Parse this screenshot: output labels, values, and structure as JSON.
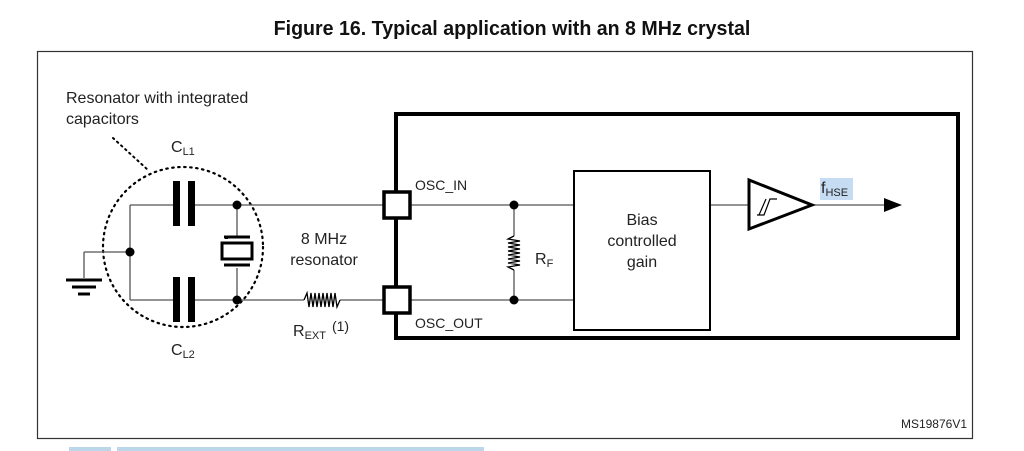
{
  "figure": {
    "title": "Figure 16. Typical application with an 8 MHz crystal",
    "id": "MS19876V1"
  },
  "labels": {
    "resonator_note_line1": "Resonator with integrated",
    "resonator_note_line2": "capacitors",
    "cl1_main": "C",
    "cl1_sub": "L1",
    "cl2_main": "C",
    "cl2_sub": "L2",
    "resonator_line1": "8 MHz",
    "resonator_line2": "resonator",
    "rext_main": "R",
    "rext_sub": "EXT",
    "rext_note": "(1)",
    "osc_in": "OSC_IN",
    "osc_out": "OSC_OUT",
    "rf_main": "R",
    "rf_sub": "F",
    "bias_line1": "Bias",
    "bias_line2": "controlled",
    "bias_line3": "gain",
    "fhse_main": "f",
    "fhse_sub": "HSE"
  },
  "colors": {
    "highlight": "#c6dcf3",
    "line": "#555555",
    "heavy": "#000000"
  }
}
